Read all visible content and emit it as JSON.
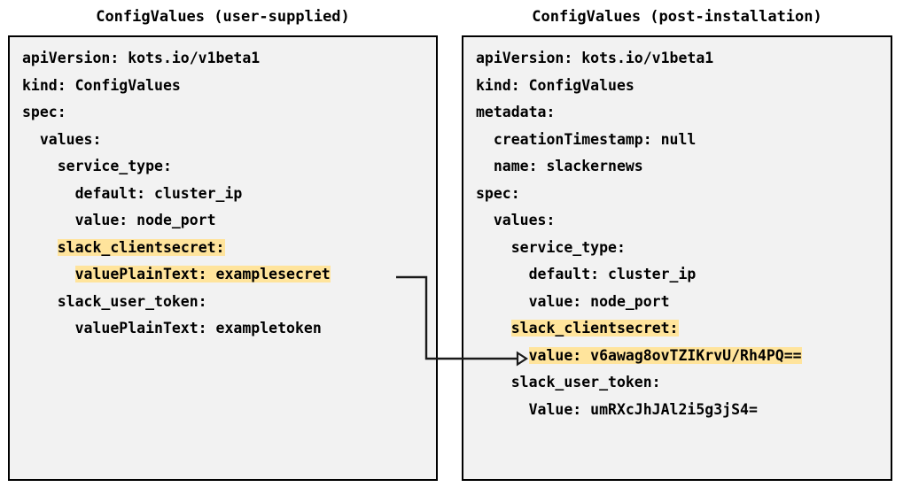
{
  "panels": {
    "left": {
      "title": "ConfigValues (user-supplied)",
      "lines": [
        {
          "text": "apiVersion: kots.io/v1beta1",
          "highlight": false
        },
        {
          "text": "kind: ConfigValues",
          "highlight": false
        },
        {
          "text": "spec:",
          "highlight": false
        },
        {
          "text": "  values:",
          "highlight": false
        },
        {
          "text": "    service_type:",
          "highlight": false
        },
        {
          "text": "      default: cluster_ip",
          "highlight": false
        },
        {
          "text": "      value: node_port",
          "highlight": false
        },
        {
          "text": "    slack_clientsecret:",
          "highlight": true
        },
        {
          "text": "      valuePlainText: examplesecret",
          "highlight": true
        },
        {
          "text": "    slack_user_token:",
          "highlight": false
        },
        {
          "text": "      valuePlainText: exampletoken",
          "highlight": false
        }
      ]
    },
    "right": {
      "title": "ConfigValues (post-installation)",
      "lines": [
        {
          "text": "apiVersion: kots.io/v1beta1",
          "highlight": false
        },
        {
          "text": "kind: ConfigValues",
          "highlight": false
        },
        {
          "text": "metadata:",
          "highlight": false
        },
        {
          "text": "  creationTimestamp: null",
          "highlight": false
        },
        {
          "text": "  name: slackernews",
          "highlight": false
        },
        {
          "text": "spec:",
          "highlight": false
        },
        {
          "text": "  values:",
          "highlight": false
        },
        {
          "text": "    service_type:",
          "highlight": false
        },
        {
          "text": "      default: cluster_ip",
          "highlight": false
        },
        {
          "text": "      value: node_port",
          "highlight": false
        },
        {
          "text": "    slack_clientsecret:",
          "highlight": true
        },
        {
          "text": "      value: v6awag8ovTZIKrvU/Rh4PQ==",
          "highlight": true
        },
        {
          "text": "    slack_user_token:",
          "highlight": false
        },
        {
          "text": "      Value: umRXcJhJAl2i5g3jS4=",
          "highlight": false
        }
      ]
    }
  },
  "connector": {
    "label": "",
    "from_line": "      valuePlainText: examplesecret",
    "to_line": "      value: v6awag8ovTZIKrvU/Rh4PQ=="
  },
  "colors": {
    "highlight": "#ffe49c",
    "panel_background": "#f2f2f2",
    "panel_border": "#000000",
    "text": "#000000",
    "page_background": "#ffffff"
  }
}
